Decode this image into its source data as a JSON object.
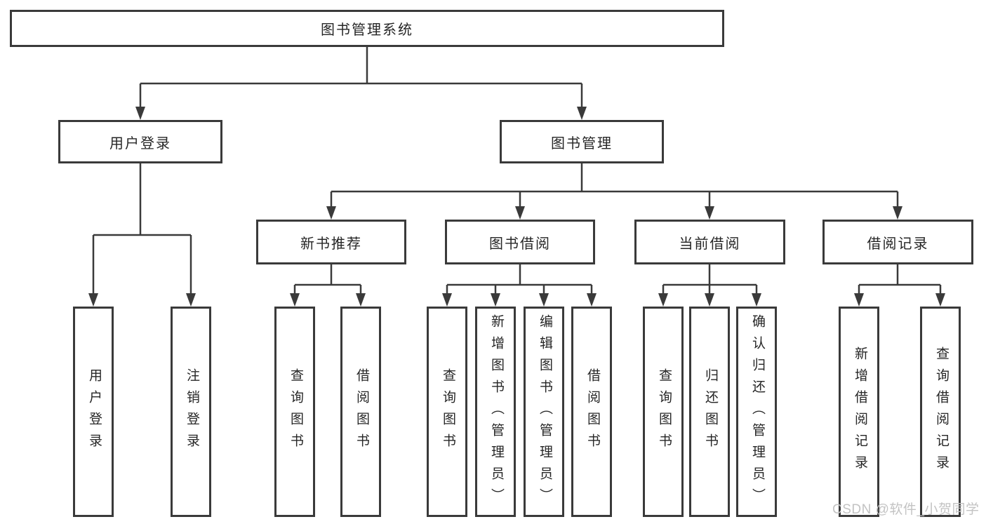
{
  "tree": {
    "label": "图书管理系统",
    "children": [
      {
        "label": "用户登录",
        "children": [
          {
            "label": "用户登录"
          },
          {
            "label": "注销登录"
          }
        ]
      },
      {
        "label": "图书管理",
        "children": [
          {
            "label": "新书推荐",
            "children": [
              {
                "label": "查询图书"
              },
              {
                "label": "借阅图书"
              }
            ]
          },
          {
            "label": "图书借阅",
            "children": [
              {
                "label": "查询图书"
              },
              {
                "label": "新增图书（管理员）"
              },
              {
                "label": "编辑图书（管理员）"
              },
              {
                "label": "借阅图书"
              }
            ]
          },
          {
            "label": "当前借阅",
            "children": [
              {
                "label": "查询图书"
              },
              {
                "label": "归还图书"
              },
              {
                "label": "确认归还（管理员）"
              }
            ]
          },
          {
            "label": "借阅记录",
            "children": [
              {
                "label": "新增借阅记录"
              },
              {
                "label": "查询借阅记录"
              }
            ]
          }
        ]
      }
    ]
  },
  "watermark": {
    "text": "CSDN @软件_小贺同学"
  },
  "colors": {
    "line": "#3a3a3a",
    "text": "#262626",
    "watermark": "#c3c3c3",
    "background": "#ffffff"
  }
}
